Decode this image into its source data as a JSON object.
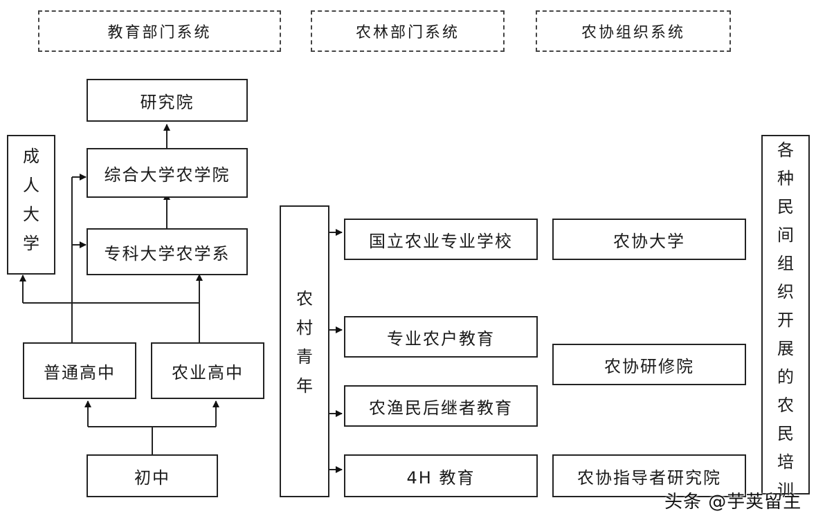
{
  "headers": {
    "education": "教育部门系统",
    "agri_forestry": "农林部门系统",
    "coop": "农协组织系统"
  },
  "education": {
    "graduate": "研究院",
    "university_agri": "综合大学农学院",
    "college_agri": "专科大学农学系",
    "adult_university": "成人大学",
    "general_high": "普通高中",
    "agri_high": "农业高中",
    "junior_high": "初中"
  },
  "agri_forestry": {
    "rural_youth": "农村青年",
    "national_agri_school": "国立农业专业学校",
    "specialized_farmer_edu": "专业农户教育",
    "fisher_successor_edu": "农渔民后继者教育",
    "fourh_edu": "4H 教育"
  },
  "coop": {
    "coop_university": "农协大学",
    "coop_training_institute": "农协研修院",
    "coop_leader_institute": "农协指导者研究院"
  },
  "civil_training": "各种民间组织开展的农民培训",
  "watermark": "头条 @芋荚留主"
}
